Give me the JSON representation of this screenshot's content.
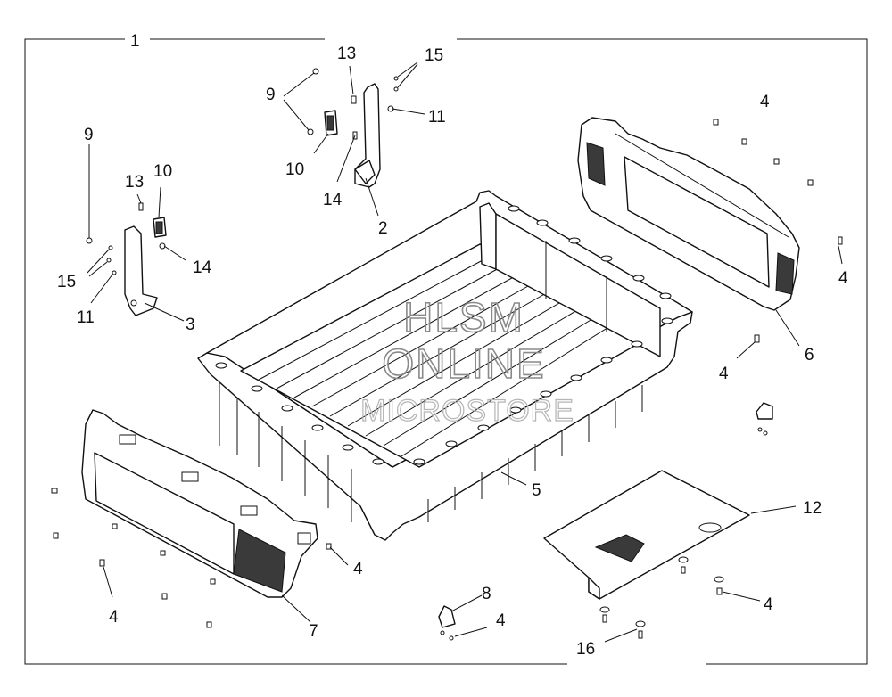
{
  "watermark": {
    "line1": "HLSM",
    "line2": "ONLINE",
    "line3": "MICROSTORE"
  },
  "callouts": {
    "c1": "1",
    "c2": "2",
    "c3": "3",
    "c4a": "4",
    "c4b": "4",
    "c4c": "4",
    "c4d": "4",
    "c4e": "4",
    "c4f": "4",
    "c4g": "4",
    "c5": "5",
    "c6": "6",
    "c7": "7",
    "c8": "8",
    "c9a": "9",
    "c9b": "9",
    "c10a": "10",
    "c10b": "10",
    "c11a": "11",
    "c11b": "11",
    "c12": "12",
    "c13a": "13",
    "c13b": "13",
    "c14a": "14",
    "c14b": "14",
    "c15a": "15",
    "c15b": "15",
    "c16": "16"
  }
}
